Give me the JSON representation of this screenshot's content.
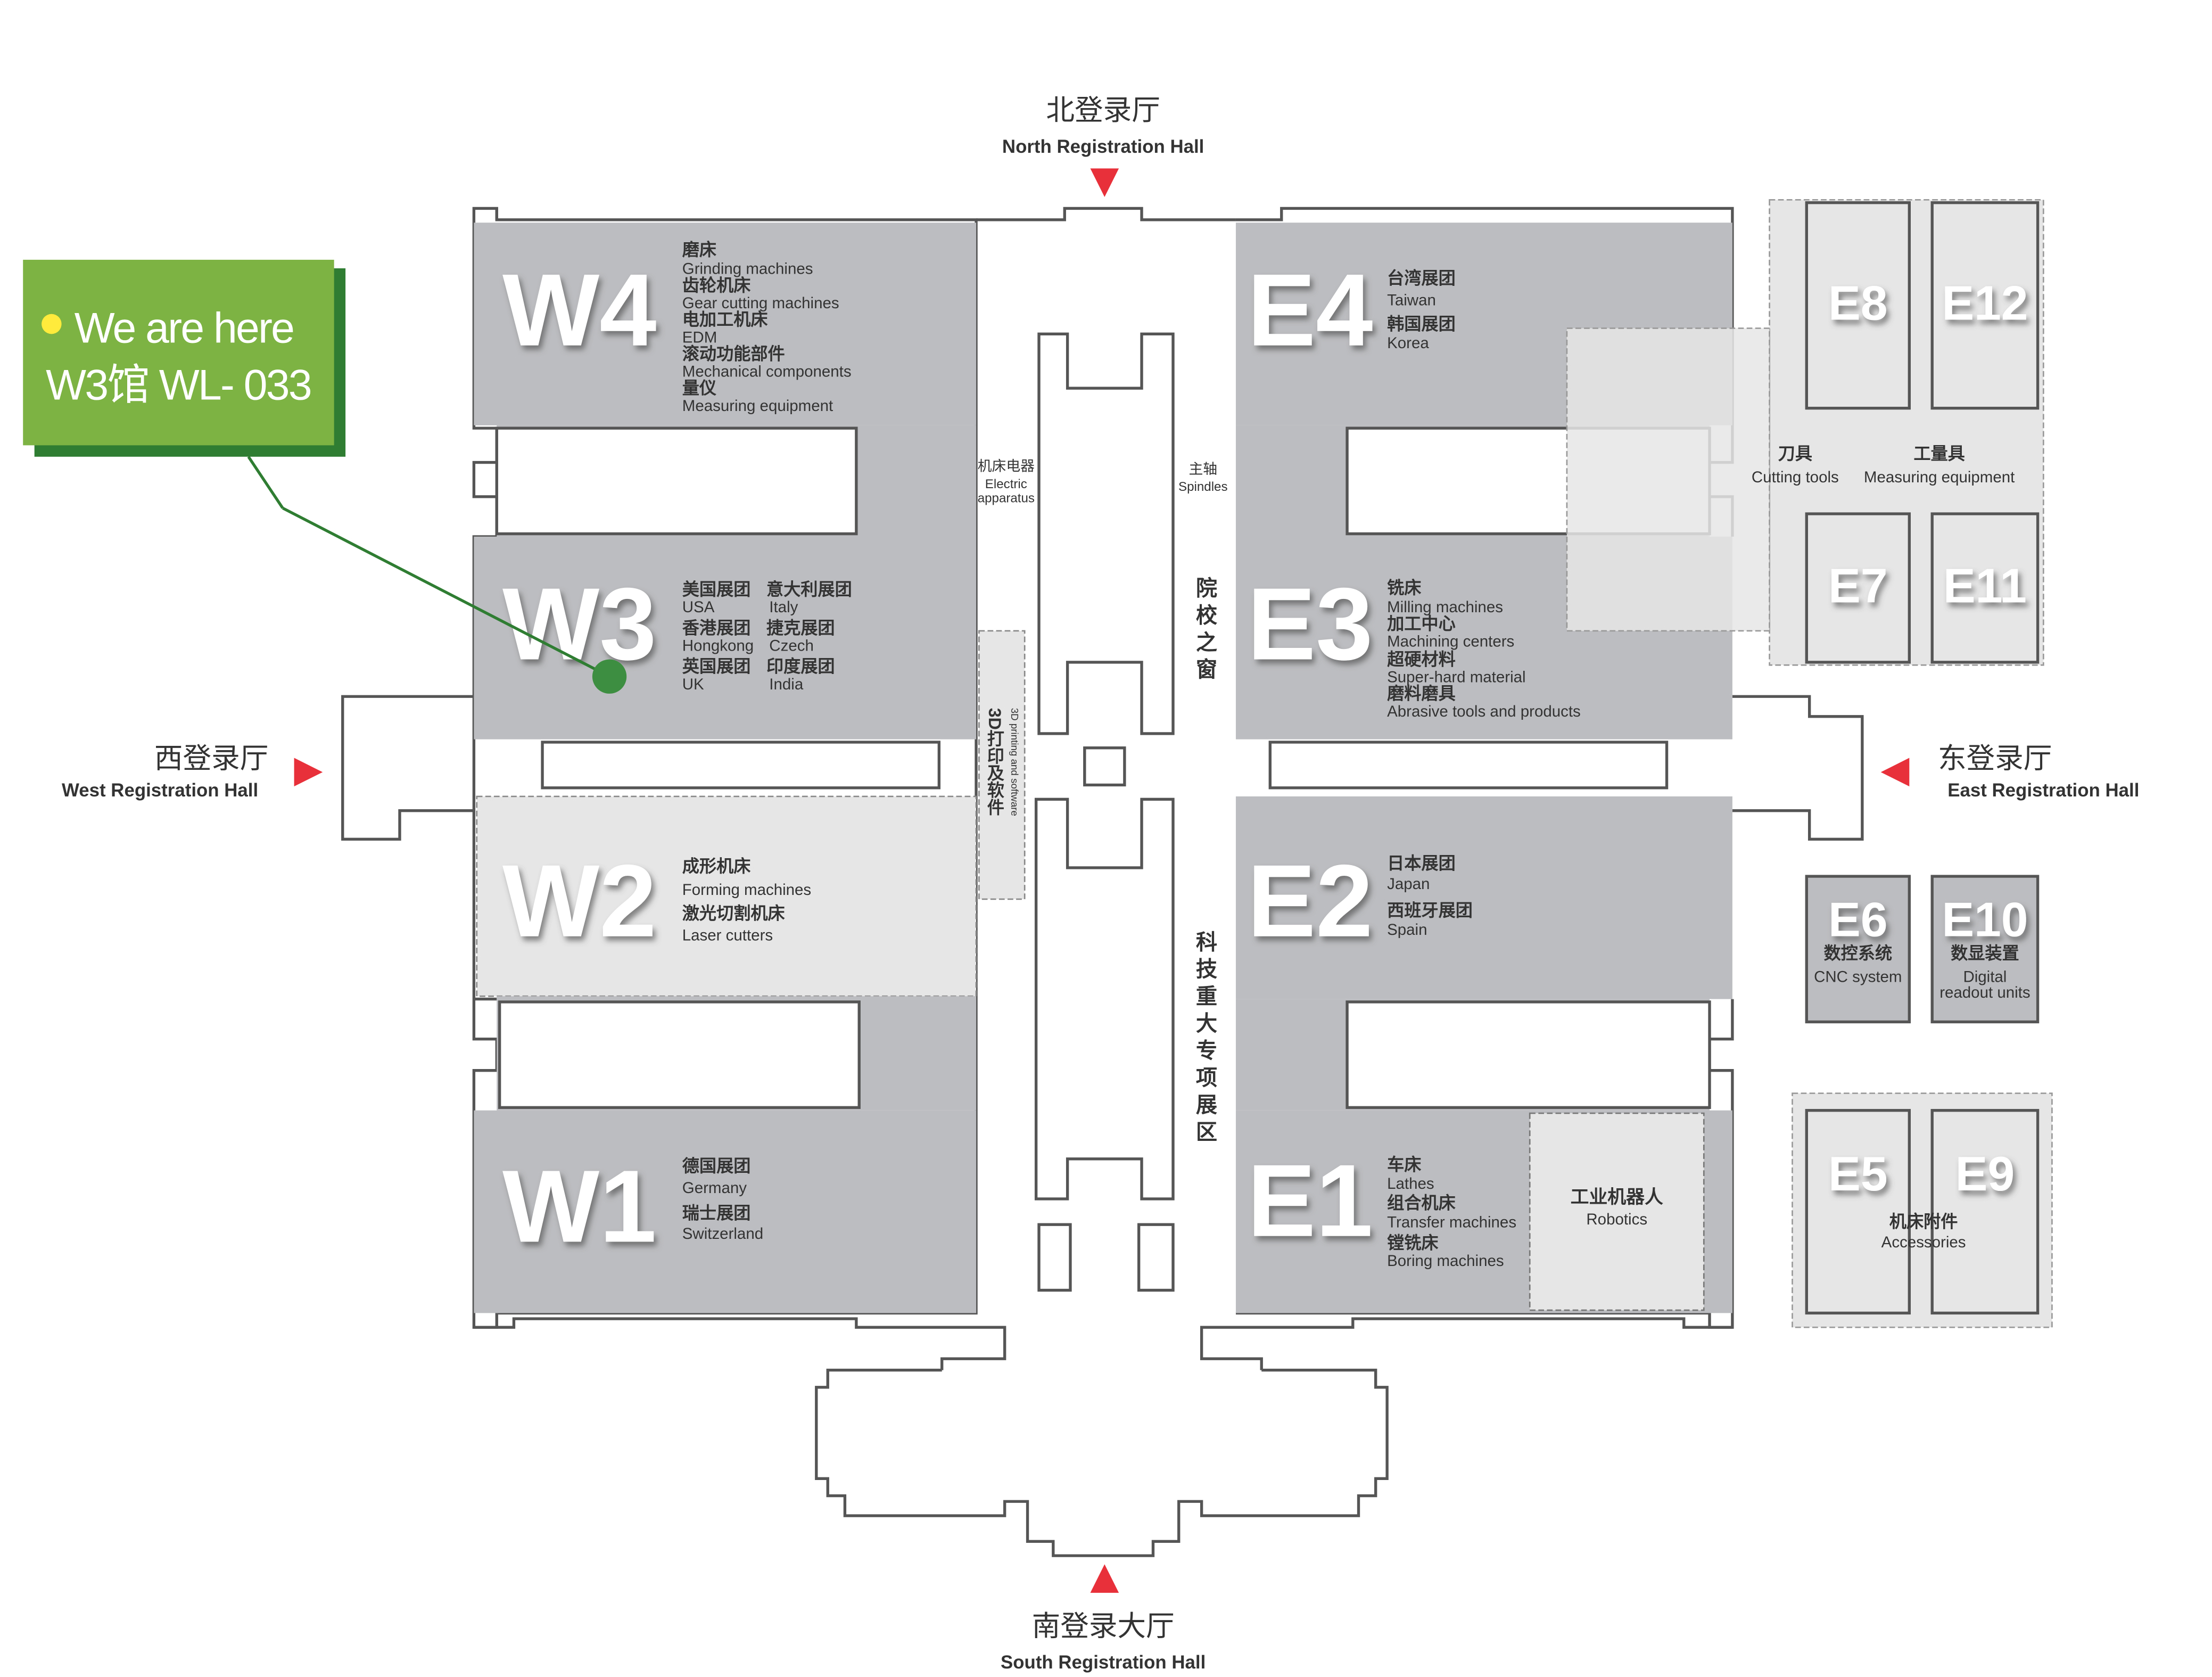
{
  "map_title": "",
  "colors": {
    "hall_fill": "#bcbdc0",
    "light_fill": "#e6e6e6",
    "outline": "#555555",
    "arrow": "#e8303a",
    "callout_green": "#7cb342",
    "callout_shadow": "#2e7d32",
    "marker_green": "#3e8e41",
    "marker_dot": "#ffeb3b"
  },
  "callout": {
    "headline": "We are here",
    "booth": "W3馆 WL- 033"
  },
  "registration": {
    "north": {
      "cn": "北登录厅",
      "en": "North Registration Hall"
    },
    "south": {
      "cn": "南登录大厅",
      "en": "South Registration Hall"
    },
    "west": {
      "cn": "西登录厅",
      "en": "West Registration Hall"
    },
    "east": {
      "cn": "东登录厅",
      "en": "East Registration Hall"
    }
  },
  "halls": {
    "W4": {
      "name": "W4",
      "lines": [
        "磨床",
        "Grinding machines",
        "齿轮机床",
        "Gear cutting machines",
        "电加工机床",
        "EDM",
        "滚动功能部件",
        "Mechanical components",
        "量仪",
        "Measuring equipment"
      ]
    },
    "W3": {
      "name": "W3",
      "col1": [
        "美国展团",
        "USA",
        "香港展团",
        "Hongkong",
        "英国展团",
        "UK"
      ],
      "col2": [
        "意大利展团",
        "Italy",
        "捷克展团",
        "Czech",
        "印度展团",
        "India"
      ]
    },
    "W2": {
      "name": "W2",
      "lines": [
        "成形机床",
        "Forming machines",
        "激光切割机床",
        "Laser cutters"
      ]
    },
    "W1": {
      "name": "W1",
      "lines": [
        "德国展团",
        "Germany",
        "瑞士展团",
        "Switzerland"
      ]
    },
    "E4": {
      "name": "E4",
      "lines": [
        "台湾展团",
        "Taiwan",
        "韩国展团",
        "Korea"
      ]
    },
    "E3": {
      "name": "E3",
      "lines": [
        "铣床",
        "Milling machines",
        "加工中心",
        "Machining centers",
        "超硬材料",
        "Super-hard material",
        "磨料磨具",
        "Abrasive tools and products"
      ]
    },
    "E2": {
      "name": "E2",
      "lines": [
        "日本展团",
        "Japan",
        "西班牙展团",
        "Spain"
      ]
    },
    "E1": {
      "name": "E1",
      "lines": [
        "车床",
        "Lathes",
        "组合机床",
        "Transfer machines",
        "镗铣床",
        "Boring machines"
      ]
    },
    "E1_robotics": {
      "cn": "工业机器人",
      "en": "Robotics"
    },
    "E8": {
      "name": "E8"
    },
    "E12": {
      "name": "E12"
    },
    "E7": {
      "name": "E7"
    },
    "E11": {
      "name": "E11"
    },
    "E6": {
      "name": "E6",
      "cn": "数控系统",
      "en": "CNC system"
    },
    "E10": {
      "name": "E10",
      "cn": "数显装置",
      "en1": "Digital",
      "en2": "readout units"
    },
    "E5": {
      "name": "E5"
    },
    "E9": {
      "name": "E9"
    }
  },
  "zones": {
    "e8_12": {
      "cn1": "刀具",
      "en1": "Cutting tools",
      "cn2": "工量具",
      "en2": "Measuring equipment"
    },
    "e5_9": {
      "cn": "机床附件",
      "en": "Accessories"
    },
    "electric": {
      "cn": "机床电器",
      "en1": "Electric",
      "en2": "apparatus"
    },
    "spindles": {
      "cn": "主轴",
      "en": "Spindles"
    },
    "printing": {
      "cn": "3D打印及软件",
      "en": "3D printing and software"
    },
    "academy": {
      "cn": "院校之窗"
    },
    "science": {
      "cn": "科技重大专项展区"
    }
  }
}
